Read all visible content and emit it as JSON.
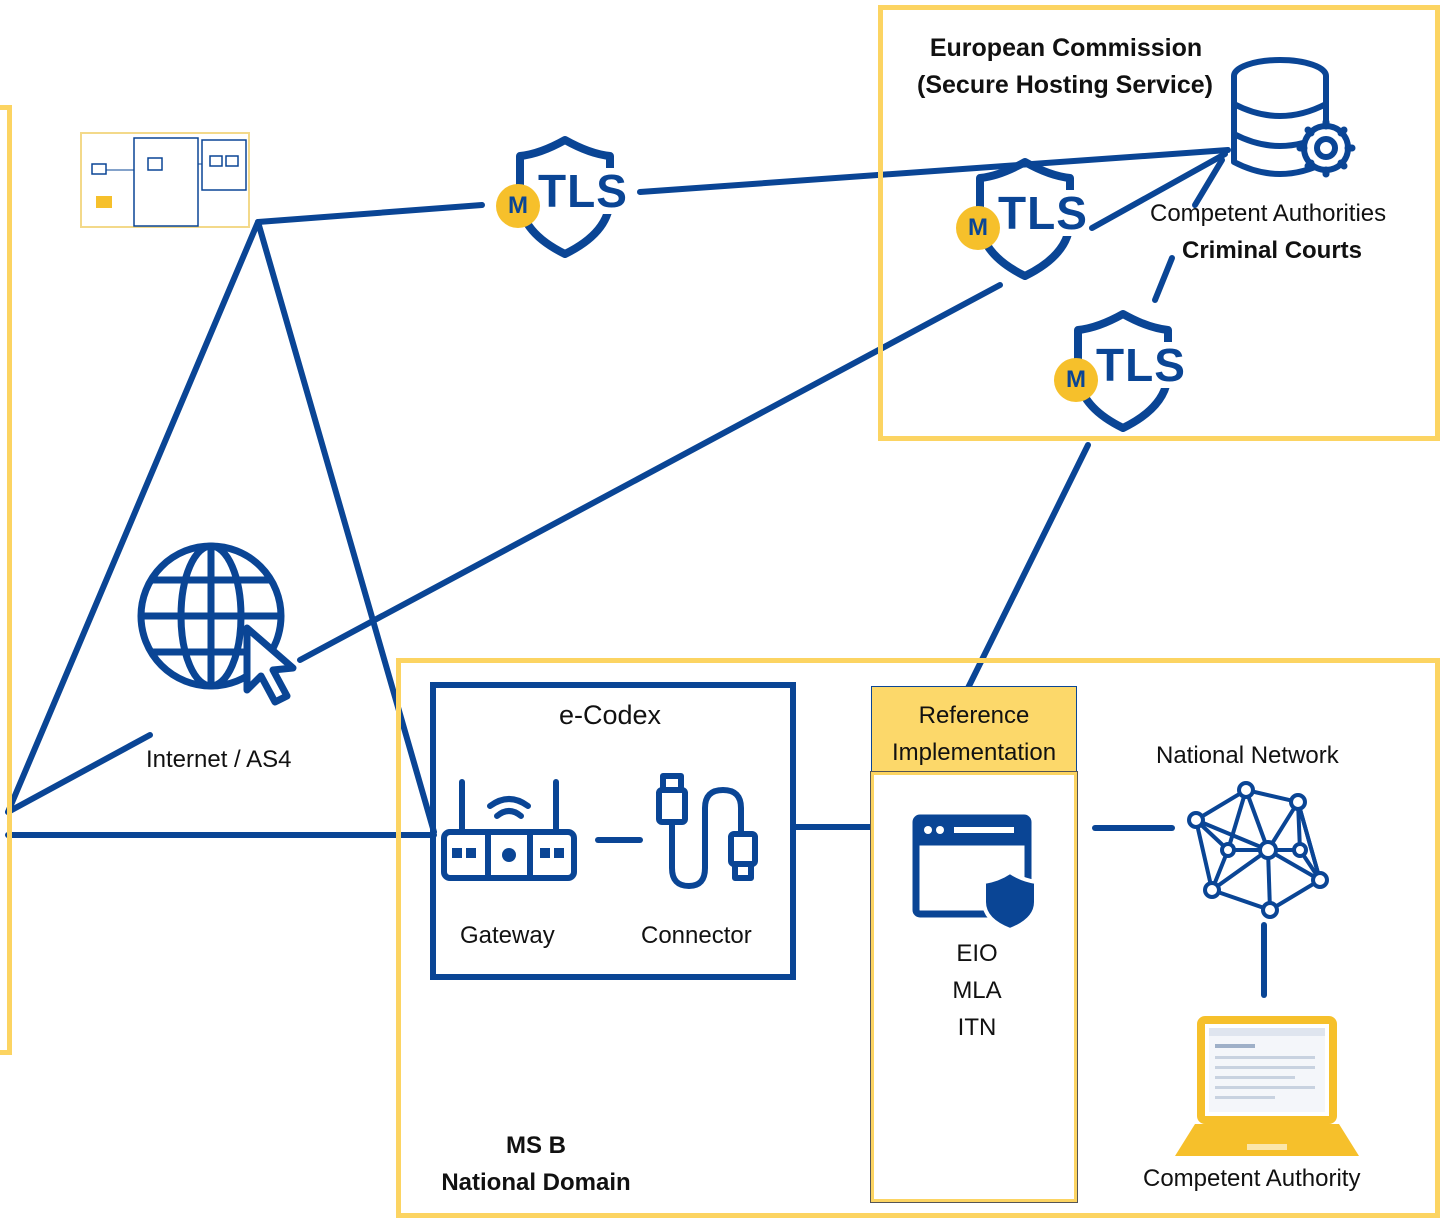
{
  "colors": {
    "primary_blue": "#0A4595",
    "accent_yellow": "#FCD462",
    "badge_yellow": "#F6C02B",
    "ref_fill": "#FCD86A"
  },
  "ec": {
    "title_line1": "European Commission",
    "title_line2": "(Secure Hosting Service)",
    "authorities": "Competent Authorities",
    "courts": "Criminal Courts"
  },
  "mtls": {
    "m": "M",
    "tls": "TLS"
  },
  "internet": {
    "label": "Internet / AS4"
  },
  "ecodex": {
    "title": "e-Codex",
    "gateway": "Gateway",
    "connector": "Connector"
  },
  "reference": {
    "line1": "Reference",
    "line2": "Implementation",
    "items": [
      "EIO",
      "MLA",
      "ITN"
    ]
  },
  "national": {
    "network": "National Network",
    "authority": "Competent Authority",
    "domain_line1": "MS B",
    "domain_line2": "National Domain"
  },
  "icons": [
    "thumbnail-icon",
    "mtls-shield-icon",
    "database-gear-icon",
    "globe-cursor-icon",
    "router-icon",
    "cable-connector-icon",
    "browser-shield-icon",
    "network-mesh-icon",
    "laptop-icon"
  ]
}
